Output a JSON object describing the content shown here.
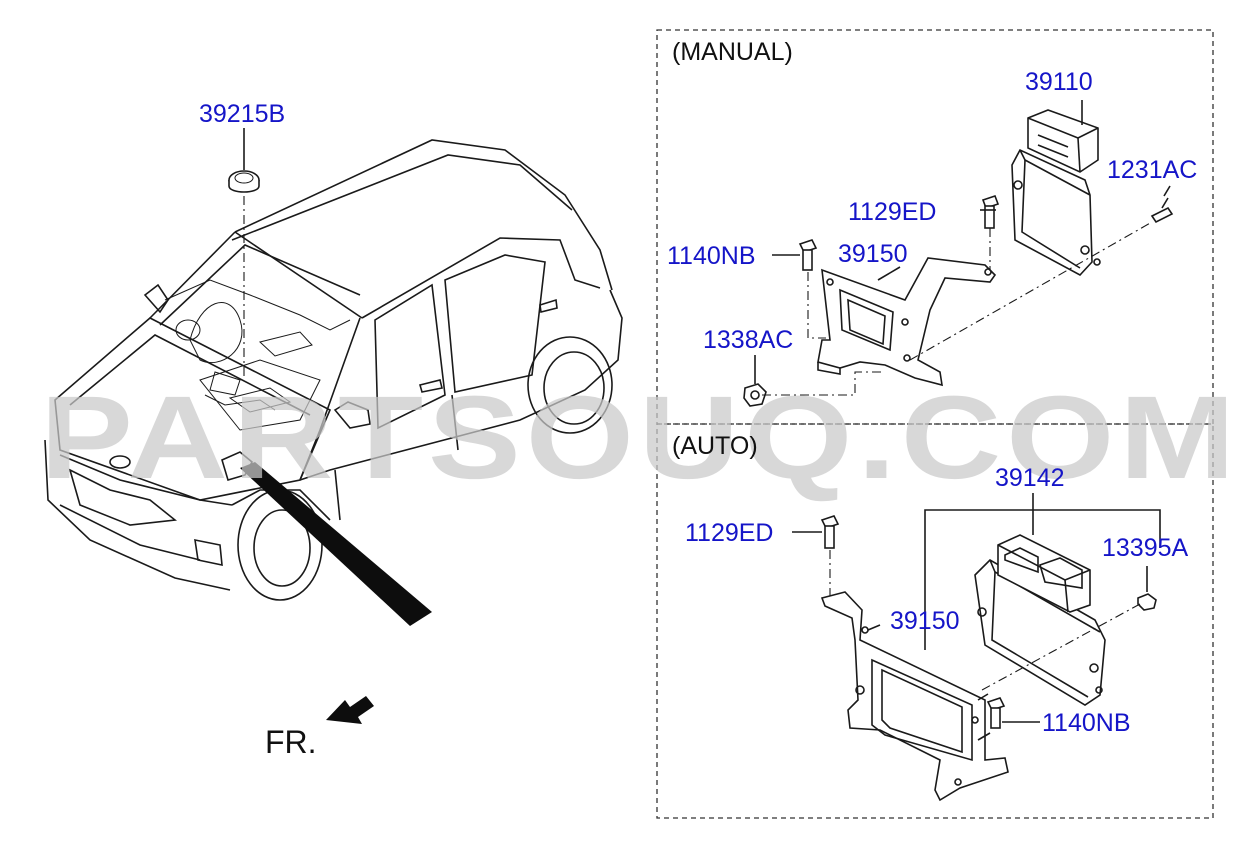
{
  "sections": {
    "manual_label": "(MANUAL)",
    "auto_label": "(AUTO)"
  },
  "front_marker": "FR.",
  "watermark": "PARTSOUQ.COM",
  "parts": {
    "grommet": "39215B",
    "manual_ecu": "39110",
    "manual_bolt_right": "1231AC",
    "manual_bolt_top": "1129ED",
    "manual_bolt_left": "1140NB",
    "manual_bracket": "39150",
    "manual_nut": "1338AC",
    "auto_ecu": "39142",
    "auto_bolt_top": "1129ED",
    "auto_nut": "13395A",
    "auto_bracket": "39150",
    "auto_bolt_bottom": "1140NB"
  }
}
